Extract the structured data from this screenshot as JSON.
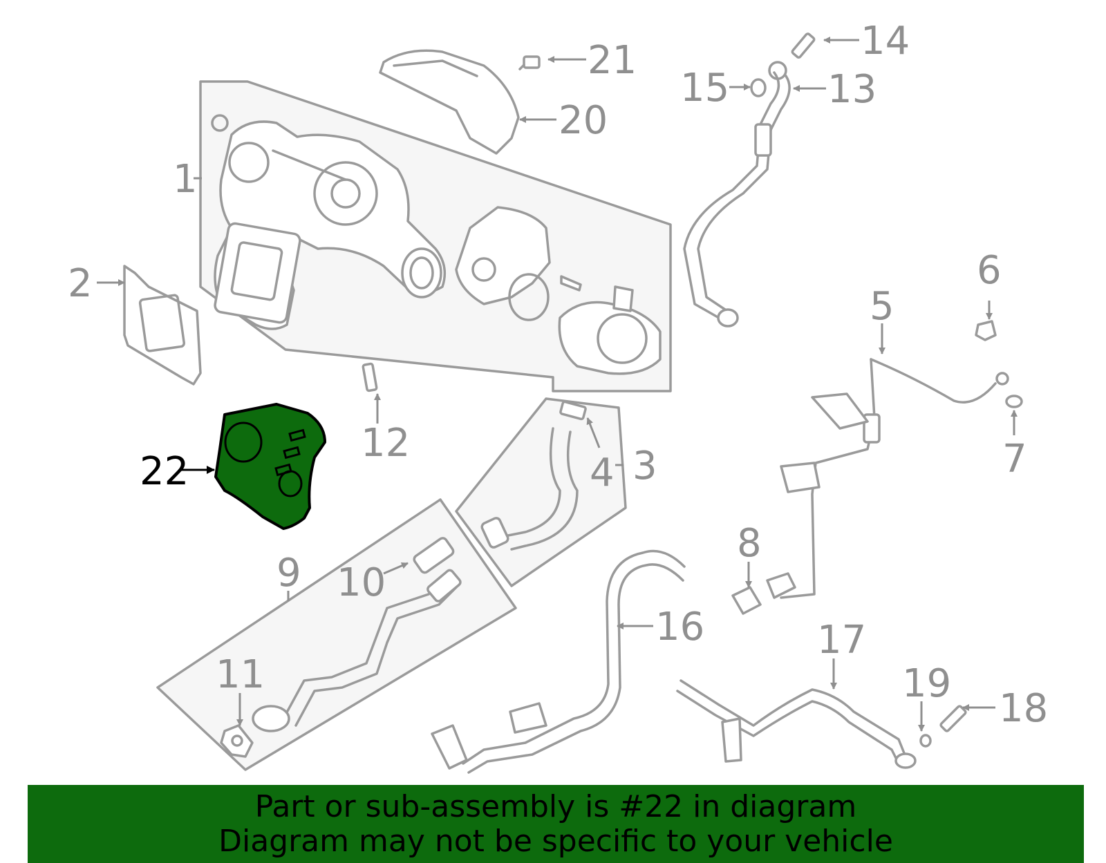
{
  "diagram": {
    "callouts": [
      "1",
      "2",
      "3",
      "4",
      "5",
      "6",
      "7",
      "8",
      "9",
      "10",
      "11",
      "12",
      "13",
      "14",
      "15",
      "16",
      "17",
      "18",
      "19",
      "20",
      "21",
      "22"
    ],
    "highlighted_callout": "22",
    "highlight_color": "#0d6b0d",
    "outline_color": "#9a9a9a"
  },
  "banner": {
    "line1": "Part or sub-assembly is #22 in diagram",
    "line2": "Diagram may not be specific to your vehicle",
    "background": "#0d6b0d"
  }
}
